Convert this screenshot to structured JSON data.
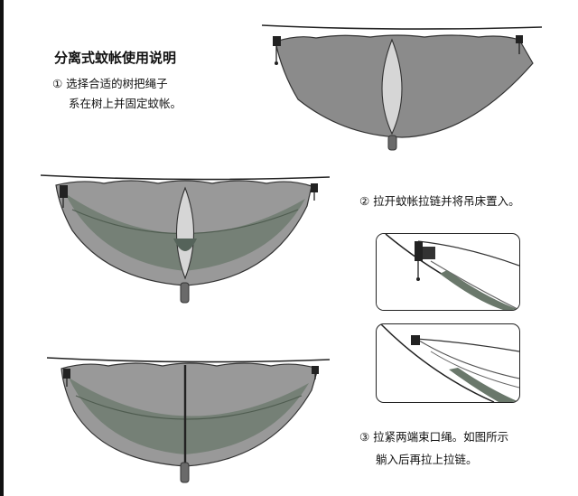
{
  "title": "分离式蚊帐使用说明",
  "steps": [
    {
      "line1": "① 选择合适的树把绳子",
      "line2": "系在树上并固定蚊帐。"
    },
    {
      "line1": "② 拉开蚊帐拉链并将吊床置入。"
    },
    {
      "line1": "③ 拉紧两端束口绳。如图所示",
      "line2": "躺入后再拉上拉链。"
    }
  ],
  "colors": {
    "net": "#8b8b8b",
    "net_light": "#b9b9b9",
    "hammock": "#5f6d60",
    "hammock_light": "#7a8a7b",
    "line": "#222222",
    "window": "#d6d6d6"
  }
}
